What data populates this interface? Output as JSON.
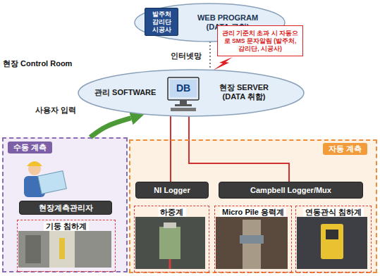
{
  "diagram": {
    "nodes": [
      {
        "text": [
          "WEB PROGRAM (DATA 구현)"
        ]
      },
      {
        "text": [
          "발주처 감리단 시공사"
        ],
        "in": 0
      },
      {
        "text": [
          "관리 기준치 초과 시 자동으로 SMS 문자알림 (발주처, 감리단, 시공사)"
        ]
      },
      {
        "text": [
          "관리 SOFTWARE",
          "현장 SERVER (DATA 취합)"
        ]
      },
      {
        "text": [
          "수동 계측"
        ]
      },
      {
        "text": [
          "현장계측관리자"
        ],
        "in": 4
      },
      {
        "text": [
          "기둥 침하계"
        ],
        "in": 4
      },
      {
        "text": [
          "자동 계측"
        ]
      },
      {
        "text": [
          "NI Logger"
        ],
        "in": 7
      },
      {
        "text": [
          "Campbell Logger/Mux"
        ],
        "in": 7
      },
      {
        "text": [
          "하중계"
        ],
        "in": 7
      },
      {
        "text": [
          "Micro Pile 응력계"
        ],
        "in": 7
      },
      {
        "text": [
          "연동관식 침하계"
        ],
        "in": 7
      }
    ],
    "edges": [
      {
        "from": 0,
        "to": 3,
        "arrow": "none",
        "label": "인터넷망"
      },
      {
        "from": 3,
        "to": 8,
        "arrow": "none"
      },
      {
        "from": 3,
        "to": 9,
        "arrow": "none"
      },
      {
        "from": 4,
        "to": 3,
        "arrow": "to",
        "label": "사용자 입력"
      }
    ],
    "labels": [
      "현장 Control Room",
      "DB"
    ]
  }
}
